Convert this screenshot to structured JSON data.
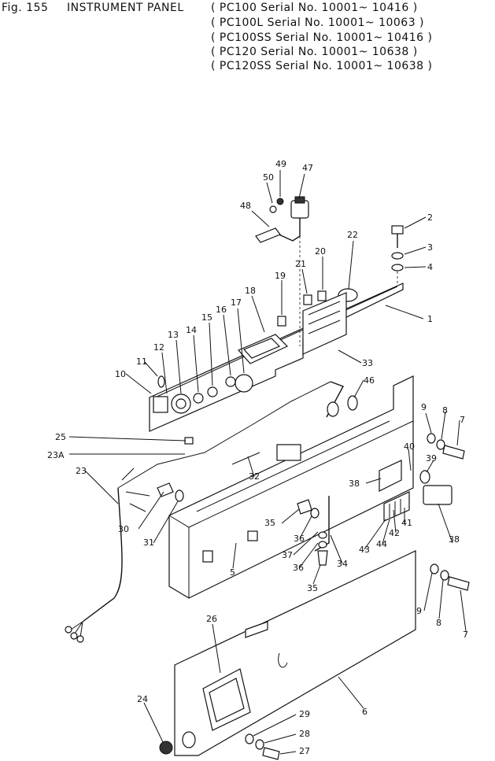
{
  "header": {
    "fig_label": "Fig. 155",
    "title": "INSTRUMENT PANEL",
    "serial_lines": [
      "( PC100     Serial No. 10001~ 10416 )",
      "( PC100L    Serial No. 10001~ 10063 )",
      "( PC100SS  Serial No. 10001~ 10416 )",
      "( PC120     Serial No. 10001~ 10638 )",
      "( PC120SS  Serial No. 10001~ 10638 )"
    ]
  },
  "callouts": [
    {
      "label": "50"
    },
    {
      "label": "49"
    },
    {
      "label": "47"
    },
    {
      "label": "48"
    },
    {
      "label": "2"
    },
    {
      "label": "3"
    },
    {
      "label": "4"
    },
    {
      "label": "22"
    },
    {
      "label": "21"
    },
    {
      "label": "20"
    },
    {
      "label": "19"
    },
    {
      "label": "18"
    },
    {
      "label": "17"
    },
    {
      "label": "16"
    },
    {
      "label": "15"
    },
    {
      "label": "14"
    },
    {
      "label": "13"
    },
    {
      "label": "12"
    },
    {
      "label": "11"
    },
    {
      "label": "10"
    },
    {
      "label": "1"
    },
    {
      "label": "33"
    },
    {
      "label": "46"
    },
    {
      "label": "9"
    },
    {
      "label": "8"
    },
    {
      "label": "7"
    },
    {
      "label": "25"
    },
    {
      "label": "23A"
    },
    {
      "label": "40"
    },
    {
      "label": "39"
    },
    {
      "label": "23"
    },
    {
      "label": "32"
    },
    {
      "label": "38"
    },
    {
      "label": "30"
    },
    {
      "label": "38"
    },
    {
      "label": "31"
    },
    {
      "label": "35"
    },
    {
      "label": "41"
    },
    {
      "label": "42"
    },
    {
      "label": "36"
    },
    {
      "label": "43"
    },
    {
      "label": "44"
    },
    {
      "label": "37"
    },
    {
      "label": "5"
    },
    {
      "label": "36"
    },
    {
      "label": "34"
    },
    {
      "label": "35"
    },
    {
      "label": "9"
    },
    {
      "label": "8"
    },
    {
      "label": "7"
    },
    {
      "label": "26"
    },
    {
      "label": "6"
    },
    {
      "label": "24"
    },
    {
      "label": "29"
    },
    {
      "label": "28"
    },
    {
      "label": "27"
    }
  ]
}
